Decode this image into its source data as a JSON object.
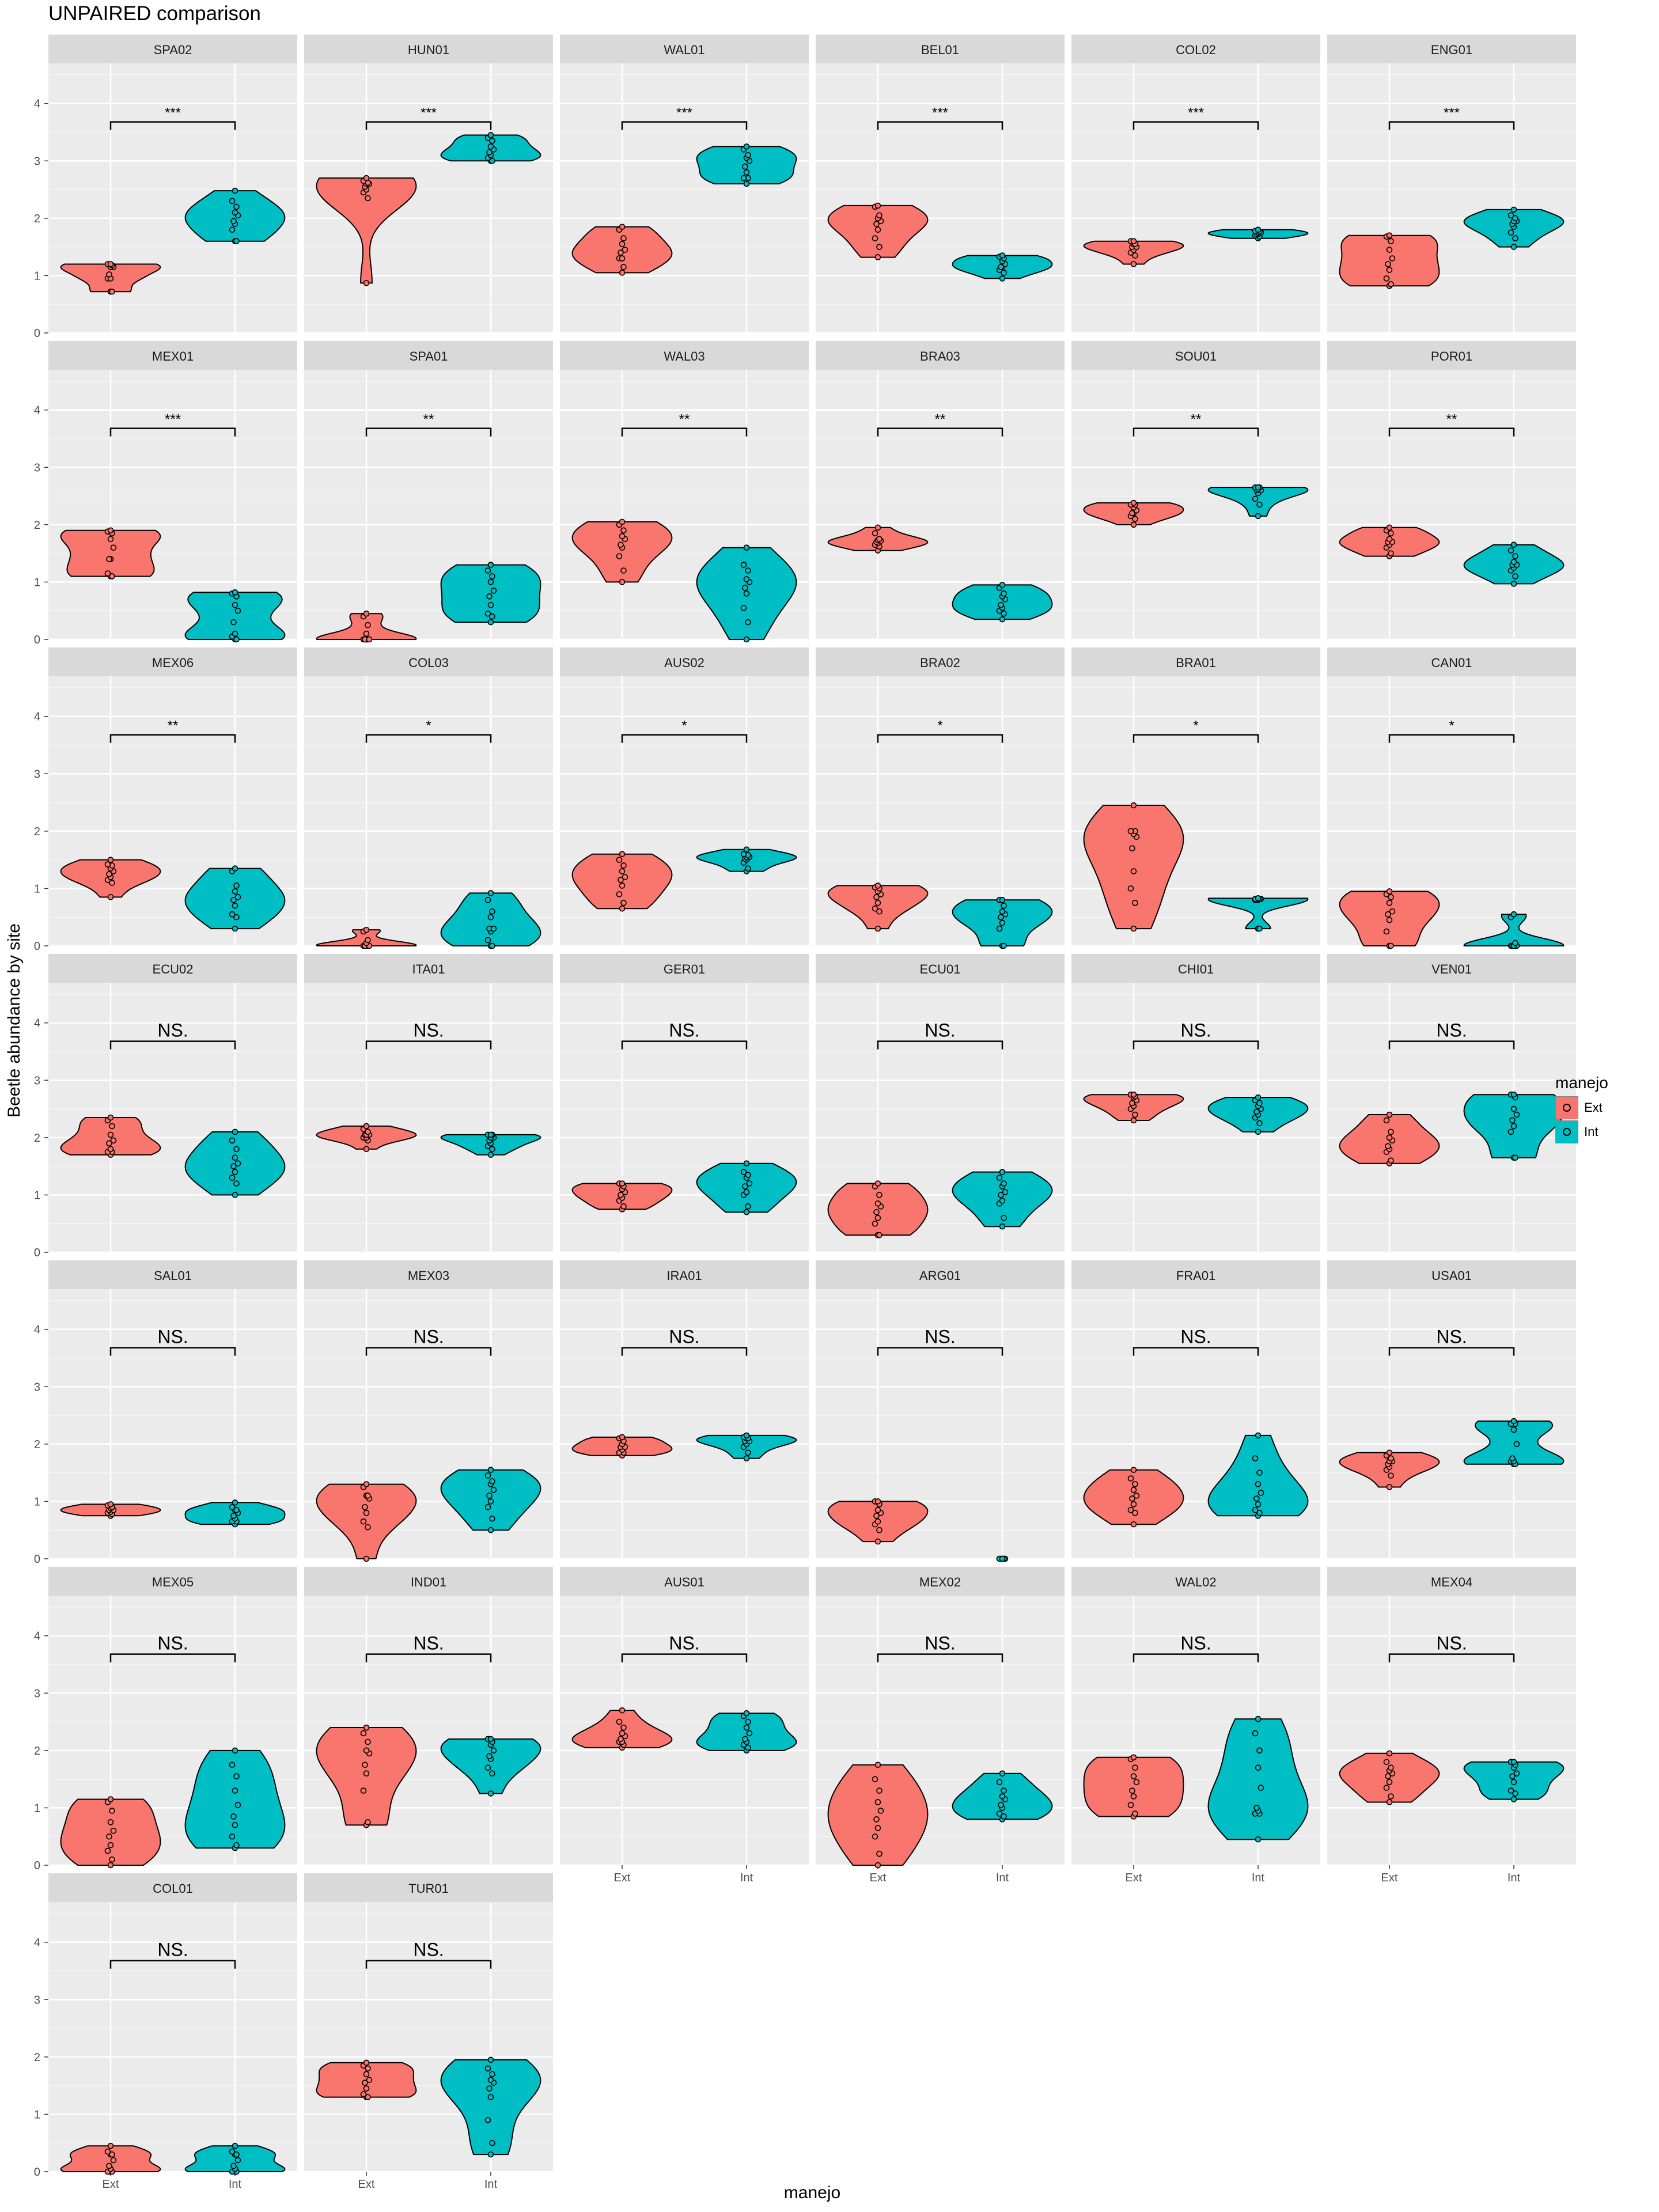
{
  "title": "UNPAIRED comparison",
  "colors": {
    "Ext": "#F8766D",
    "Int": "#00BFC4"
  },
  "chart_data": {
    "type": "violin",
    "title": "UNPAIRED comparison",
    "xlabel": "manejo",
    "ylabel": "Beetle abundance by site",
    "ylim": [
      0,
      4.7
    ],
    "yticks": [
      "0",
      "1",
      "2",
      "3",
      "4"
    ],
    "categories": [
      "Ext",
      "Int"
    ],
    "legend": {
      "title": "manejo",
      "entries": [
        "Ext",
        "Int"
      ],
      "placement": "right"
    },
    "grid": true,
    "panels": [
      {
        "site": "SPA02",
        "sig": "***",
        "ext": [
          0.72,
          0.72,
          0.95,
          0.95,
          1.02,
          1.15,
          1.15,
          1.18,
          1.2,
          1.2
        ],
        "int": [
          1.6,
          1.6,
          1.8,
          1.9,
          1.95,
          2.05,
          2.1,
          2.2,
          2.3,
          2.48
        ]
      },
      {
        "site": "HUN01",
        "sig": "***",
        "ext": [
          0.87,
          2.35,
          2.45,
          2.5,
          2.55,
          2.6,
          2.6,
          2.62,
          2.65,
          2.7
        ],
        "int": [
          3.0,
          3.0,
          3.05,
          3.1,
          3.15,
          3.2,
          3.25,
          3.35,
          3.4,
          3.45
        ]
      },
      {
        "site": "WAL01",
        "sig": "***",
        "ext": [
          1.05,
          1.15,
          1.3,
          1.3,
          1.4,
          1.45,
          1.55,
          1.65,
          1.8,
          1.85
        ],
        "int": [
          2.6,
          2.7,
          2.7,
          2.8,
          2.9,
          3.0,
          3.05,
          3.1,
          3.2,
          3.25
        ]
      },
      {
        "site": "BEL01",
        "sig": "***",
        "ext": [
          1.32,
          1.5,
          1.65,
          1.8,
          1.9,
          1.95,
          2.0,
          2.05,
          2.2,
          2.22
        ],
        "int": [
          0.95,
          1.05,
          1.1,
          1.15,
          1.15,
          1.2,
          1.25,
          1.3,
          1.33,
          1.35
        ]
      },
      {
        "site": "COL02",
        "sig": "***",
        "ext": [
          1.2,
          1.35,
          1.4,
          1.45,
          1.5,
          1.5,
          1.55,
          1.55,
          1.6,
          1.6
        ],
        "int": [
          1.65,
          1.68,
          1.7,
          1.72,
          1.73,
          1.75,
          1.75,
          1.77,
          1.78,
          1.8
        ]
      },
      {
        "site": "ENG01",
        "sig": "***",
        "ext": [
          0.82,
          0.85,
          0.95,
          1.1,
          1.2,
          1.3,
          1.45,
          1.6,
          1.68,
          1.7
        ],
        "int": [
          1.5,
          1.65,
          1.75,
          1.85,
          1.9,
          1.95,
          1.95,
          2.0,
          2.05,
          2.15
        ]
      },
      {
        "site": "MEX01",
        "sig": "***",
        "ext": [
          1.1,
          1.1,
          1.15,
          1.4,
          1.4,
          1.6,
          1.75,
          1.85,
          1.88,
          1.9
        ],
        "int": [
          0.0,
          0.0,
          0.05,
          0.1,
          0.3,
          0.5,
          0.6,
          0.75,
          0.8,
          0.82
        ]
      },
      {
        "site": "SPA01",
        "sig": "**",
        "ext": [
          0.0,
          0.0,
          0.0,
          0.0,
          0.0,
          0.0,
          0.1,
          0.25,
          0.4,
          0.45
        ],
        "int": [
          0.3,
          0.4,
          0.45,
          0.6,
          0.75,
          0.85,
          1.0,
          1.1,
          1.2,
          1.3
        ]
      },
      {
        "site": "WAL03",
        "sig": "**",
        "ext": [
          1.0,
          1.2,
          1.45,
          1.6,
          1.65,
          1.75,
          1.8,
          1.9,
          2.0,
          2.05
        ],
        "int": [
          0.0,
          0.3,
          0.55,
          0.8,
          0.9,
          1.0,
          1.05,
          1.2,
          1.3,
          1.6
        ]
      },
      {
        "site": "BRA03",
        "sig": "**",
        "ext": [
          1.55,
          1.62,
          1.65,
          1.68,
          1.7,
          1.72,
          1.73,
          1.75,
          1.85,
          1.95
        ],
        "int": [
          0.35,
          0.45,
          0.5,
          0.55,
          0.6,
          0.7,
          0.75,
          0.8,
          0.9,
          0.95
        ]
      },
      {
        "site": "SOU01",
        "sig": "**",
        "ext": [
          2.0,
          2.1,
          2.15,
          2.2,
          2.2,
          2.25,
          2.3,
          2.35,
          2.35,
          2.38
        ],
        "int": [
          2.15,
          2.35,
          2.45,
          2.55,
          2.6,
          2.6,
          2.62,
          2.65,
          2.65,
          2.65
        ]
      },
      {
        "site": "POR01",
        "sig": "**",
        "ext": [
          1.45,
          1.5,
          1.6,
          1.65,
          1.7,
          1.7,
          1.75,
          1.85,
          1.9,
          1.95
        ],
        "int": [
          0.97,
          1.1,
          1.2,
          1.25,
          1.3,
          1.3,
          1.35,
          1.45,
          1.55,
          1.65
        ]
      },
      {
        "site": "MEX06",
        "sig": "**",
        "ext": [
          0.85,
          1.1,
          1.15,
          1.2,
          1.25,
          1.3,
          1.35,
          1.4,
          1.42,
          1.5
        ],
        "int": [
          0.3,
          0.5,
          0.55,
          0.7,
          0.8,
          0.85,
          0.95,
          1.05,
          1.3,
          1.35
        ]
      },
      {
        "site": "COL03",
        "sig": "*",
        "ext": [
          0.0,
          0.0,
          0.0,
          0.0,
          0.0,
          0.0,
          0.05,
          0.1,
          0.25,
          0.28
        ],
        "int": [
          0.0,
          0.0,
          0.1,
          0.25,
          0.3,
          0.3,
          0.5,
          0.6,
          0.8,
          0.92
        ]
      },
      {
        "site": "AUS02",
        "sig": "*",
        "ext": [
          0.65,
          0.75,
          0.9,
          1.05,
          1.15,
          1.2,
          1.3,
          1.4,
          1.5,
          1.6
        ],
        "int": [
          1.3,
          1.35,
          1.45,
          1.5,
          1.52,
          1.55,
          1.55,
          1.58,
          1.6,
          1.68
        ]
      },
      {
        "site": "BRA02",
        "sig": "*",
        "ext": [
          0.3,
          0.6,
          0.65,
          0.75,
          0.85,
          0.9,
          0.95,
          1.0,
          1.02,
          1.05
        ],
        "int": [
          0.0,
          0.0,
          0.3,
          0.4,
          0.5,
          0.55,
          0.6,
          0.7,
          0.8,
          0.8
        ]
      },
      {
        "site": "BRA01",
        "sig": "*",
        "ext": [
          0.3,
          0.75,
          1.0,
          1.3,
          1.7,
          1.9,
          1.95,
          2.0,
          2.0,
          2.45
        ],
        "int": [
          0.3,
          0.3,
          0.8,
          0.8,
          0.8,
          0.82,
          0.82,
          0.82,
          0.82,
          0.83
        ]
      },
      {
        "site": "CAN01",
        "sig": "*",
        "ext": [
          0.0,
          0.0,
          0.25,
          0.45,
          0.55,
          0.6,
          0.75,
          0.85,
          0.9,
          0.95
        ],
        "int": [
          0.0,
          0.0,
          0.0,
          0.0,
          0.0,
          0.0,
          0.0,
          0.05,
          0.5,
          0.55
        ]
      },
      {
        "site": "ECU02",
        "sig": "NS.",
        "ext": [
          1.7,
          1.75,
          1.75,
          1.8,
          1.9,
          1.95,
          2.05,
          2.2,
          2.3,
          2.35
        ],
        "int": [
          1.0,
          1.2,
          1.3,
          1.4,
          1.5,
          1.55,
          1.65,
          1.8,
          1.95,
          2.1
        ]
      },
      {
        "site": "ITA01",
        "sig": "NS.",
        "ext": [
          1.8,
          1.95,
          2.0,
          2.0,
          2.05,
          2.05,
          2.05,
          2.1,
          2.15,
          2.2
        ],
        "int": [
          1.7,
          1.8,
          1.85,
          1.9,
          1.95,
          2.0,
          2.0,
          2.05,
          2.05,
          2.05
        ]
      },
      {
        "site": "GER01",
        "sig": "NS.",
        "ext": [
          0.75,
          0.8,
          0.9,
          0.95,
          1.0,
          1.05,
          1.1,
          1.15,
          1.2,
          1.2
        ],
        "int": [
          0.7,
          0.8,
          1.0,
          1.05,
          1.15,
          1.2,
          1.3,
          1.35,
          1.4,
          1.55
        ]
      },
      {
        "site": "ECU01",
        "sig": "NS.",
        "ext": [
          0.3,
          0.3,
          0.5,
          0.6,
          0.7,
          0.8,
          0.85,
          1.0,
          1.15,
          1.2
        ],
        "int": [
          0.45,
          0.6,
          0.85,
          0.9,
          1.0,
          1.05,
          1.15,
          1.2,
          1.3,
          1.4
        ]
      },
      {
        "site": "CHI01",
        "sig": "NS.",
        "ext": [
          2.3,
          2.4,
          2.5,
          2.55,
          2.6,
          2.65,
          2.7,
          2.72,
          2.75,
          2.75
        ],
        "int": [
          2.1,
          2.25,
          2.35,
          2.4,
          2.45,
          2.5,
          2.55,
          2.6,
          2.65,
          2.7
        ]
      },
      {
        "site": "VEN01",
        "sig": "NS.",
        "ext": [
          1.55,
          1.6,
          1.75,
          1.8,
          1.85,
          1.95,
          2.0,
          2.1,
          2.3,
          2.4
        ],
        "int": [
          1.65,
          1.65,
          2.1,
          2.2,
          2.3,
          2.4,
          2.5,
          2.7,
          2.75,
          2.75
        ]
      },
      {
        "site": "SAL01",
        "sig": "NS.",
        "ext": [
          0.75,
          0.78,
          0.8,
          0.82,
          0.85,
          0.85,
          0.88,
          0.9,
          0.93,
          0.95
        ],
        "int": [
          0.6,
          0.65,
          0.65,
          0.7,
          0.75,
          0.8,
          0.85,
          0.85,
          0.9,
          0.98
        ]
      },
      {
        "site": "MEX03",
        "sig": "NS.",
        "ext": [
          0.0,
          0.55,
          0.65,
          0.8,
          0.9,
          1.05,
          1.1,
          1.1,
          1.25,
          1.3
        ],
        "int": [
          0.5,
          0.7,
          0.9,
          1.0,
          1.1,
          1.2,
          1.3,
          1.35,
          1.45,
          1.55
        ]
      },
      {
        "site": "IRA01",
        "sig": "NS.",
        "ext": [
          1.8,
          1.85,
          1.85,
          1.9,
          1.95,
          1.95,
          2.0,
          2.05,
          2.1,
          2.12
        ],
        "int": [
          1.75,
          1.85,
          1.95,
          2.0,
          2.05,
          2.05,
          2.1,
          2.1,
          2.12,
          2.15
        ]
      },
      {
        "site": "ARG01",
        "sig": "NS.",
        "ext": [
          0.3,
          0.5,
          0.6,
          0.65,
          0.75,
          0.8,
          0.85,
          0.95,
          1.0,
          1.0
        ],
        "int": [
          0.0,
          0.0,
          0.0,
          0.0,
          0.0,
          0.0,
          0.0,
          0.0,
          0.0,
          0.0
        ]
      },
      {
        "site": "FRA01",
        "sig": "NS.",
        "ext": [
          0.6,
          0.8,
          0.85,
          0.95,
          1.05,
          1.1,
          1.2,
          1.3,
          1.4,
          1.55
        ],
        "int": [
          0.75,
          0.8,
          0.85,
          0.95,
          1.05,
          1.15,
          1.3,
          1.5,
          1.75,
          2.15
        ]
      },
      {
        "site": "USA01",
        "sig": "NS.",
        "ext": [
          1.25,
          1.45,
          1.55,
          1.6,
          1.65,
          1.7,
          1.7,
          1.75,
          1.8,
          1.85
        ],
        "int": [
          1.65,
          1.65,
          1.7,
          1.7,
          1.75,
          2.0,
          2.25,
          2.35,
          2.35,
          2.4
        ]
      },
      {
        "site": "MEX05",
        "sig": "NS.",
        "ext": [
          0.0,
          0.1,
          0.25,
          0.35,
          0.5,
          0.6,
          0.75,
          0.95,
          1.1,
          1.15
        ],
        "int": [
          0.3,
          0.35,
          0.5,
          0.7,
          0.85,
          1.05,
          1.3,
          1.55,
          1.75,
          2.0
        ]
      },
      {
        "site": "IND01",
        "sig": "NS.",
        "ext": [
          0.7,
          0.75,
          1.3,
          1.6,
          1.75,
          1.95,
          2.0,
          2.15,
          2.3,
          2.4
        ],
        "int": [
          1.25,
          1.6,
          1.7,
          1.85,
          1.9,
          2.0,
          2.1,
          2.15,
          2.2,
          2.2
        ]
      },
      {
        "site": "AUS01",
        "sig": "NS.",
        "ext": [
          2.05,
          2.1,
          2.15,
          2.15,
          2.2,
          2.25,
          2.3,
          2.4,
          2.5,
          2.7
        ],
        "int": [
          2.0,
          2.05,
          2.1,
          2.15,
          2.2,
          2.3,
          2.4,
          2.5,
          2.6,
          2.65
        ]
      },
      {
        "site": "MEX02",
        "sig": "NS.",
        "ext": [
          0.0,
          0.2,
          0.5,
          0.65,
          0.8,
          0.95,
          1.1,
          1.3,
          1.5,
          1.75
        ],
        "int": [
          0.8,
          0.85,
          0.9,
          1.0,
          1.05,
          1.15,
          1.2,
          1.3,
          1.45,
          1.6
        ]
      },
      {
        "site": "WAL02",
        "sig": "NS.",
        "ext": [
          0.85,
          0.9,
          1.05,
          1.2,
          1.3,
          1.45,
          1.55,
          1.7,
          1.85,
          1.88
        ],
        "int": [
          0.45,
          0.9,
          0.9,
          0.95,
          1.0,
          1.35,
          1.7,
          2.0,
          2.3,
          2.55
        ]
      },
      {
        "site": "MEX04",
        "sig": "NS.",
        "ext": [
          1.1,
          1.2,
          1.35,
          1.45,
          1.55,
          1.6,
          1.65,
          1.7,
          1.8,
          1.95
        ],
        "int": [
          1.15,
          1.25,
          1.3,
          1.45,
          1.55,
          1.6,
          1.7,
          1.75,
          1.8,
          1.8
        ]
      },
      {
        "site": "COL01",
        "sig": "NS.",
        "ext": [
          0.0,
          0.0,
          0.0,
          0.05,
          0.1,
          0.2,
          0.3,
          0.3,
          0.35,
          0.45
        ],
        "int": [
          0.0,
          0.0,
          0.0,
          0.05,
          0.1,
          0.2,
          0.3,
          0.3,
          0.35,
          0.45
        ]
      },
      {
        "site": "TUR01",
        "sig": "NS.",
        "ext": [
          1.3,
          1.3,
          1.35,
          1.45,
          1.55,
          1.6,
          1.7,
          1.8,
          1.85,
          1.9
        ],
        "int": [
          0.3,
          0.5,
          0.9,
          1.3,
          1.45,
          1.55,
          1.6,
          1.7,
          1.8,
          1.95
        ]
      }
    ]
  }
}
